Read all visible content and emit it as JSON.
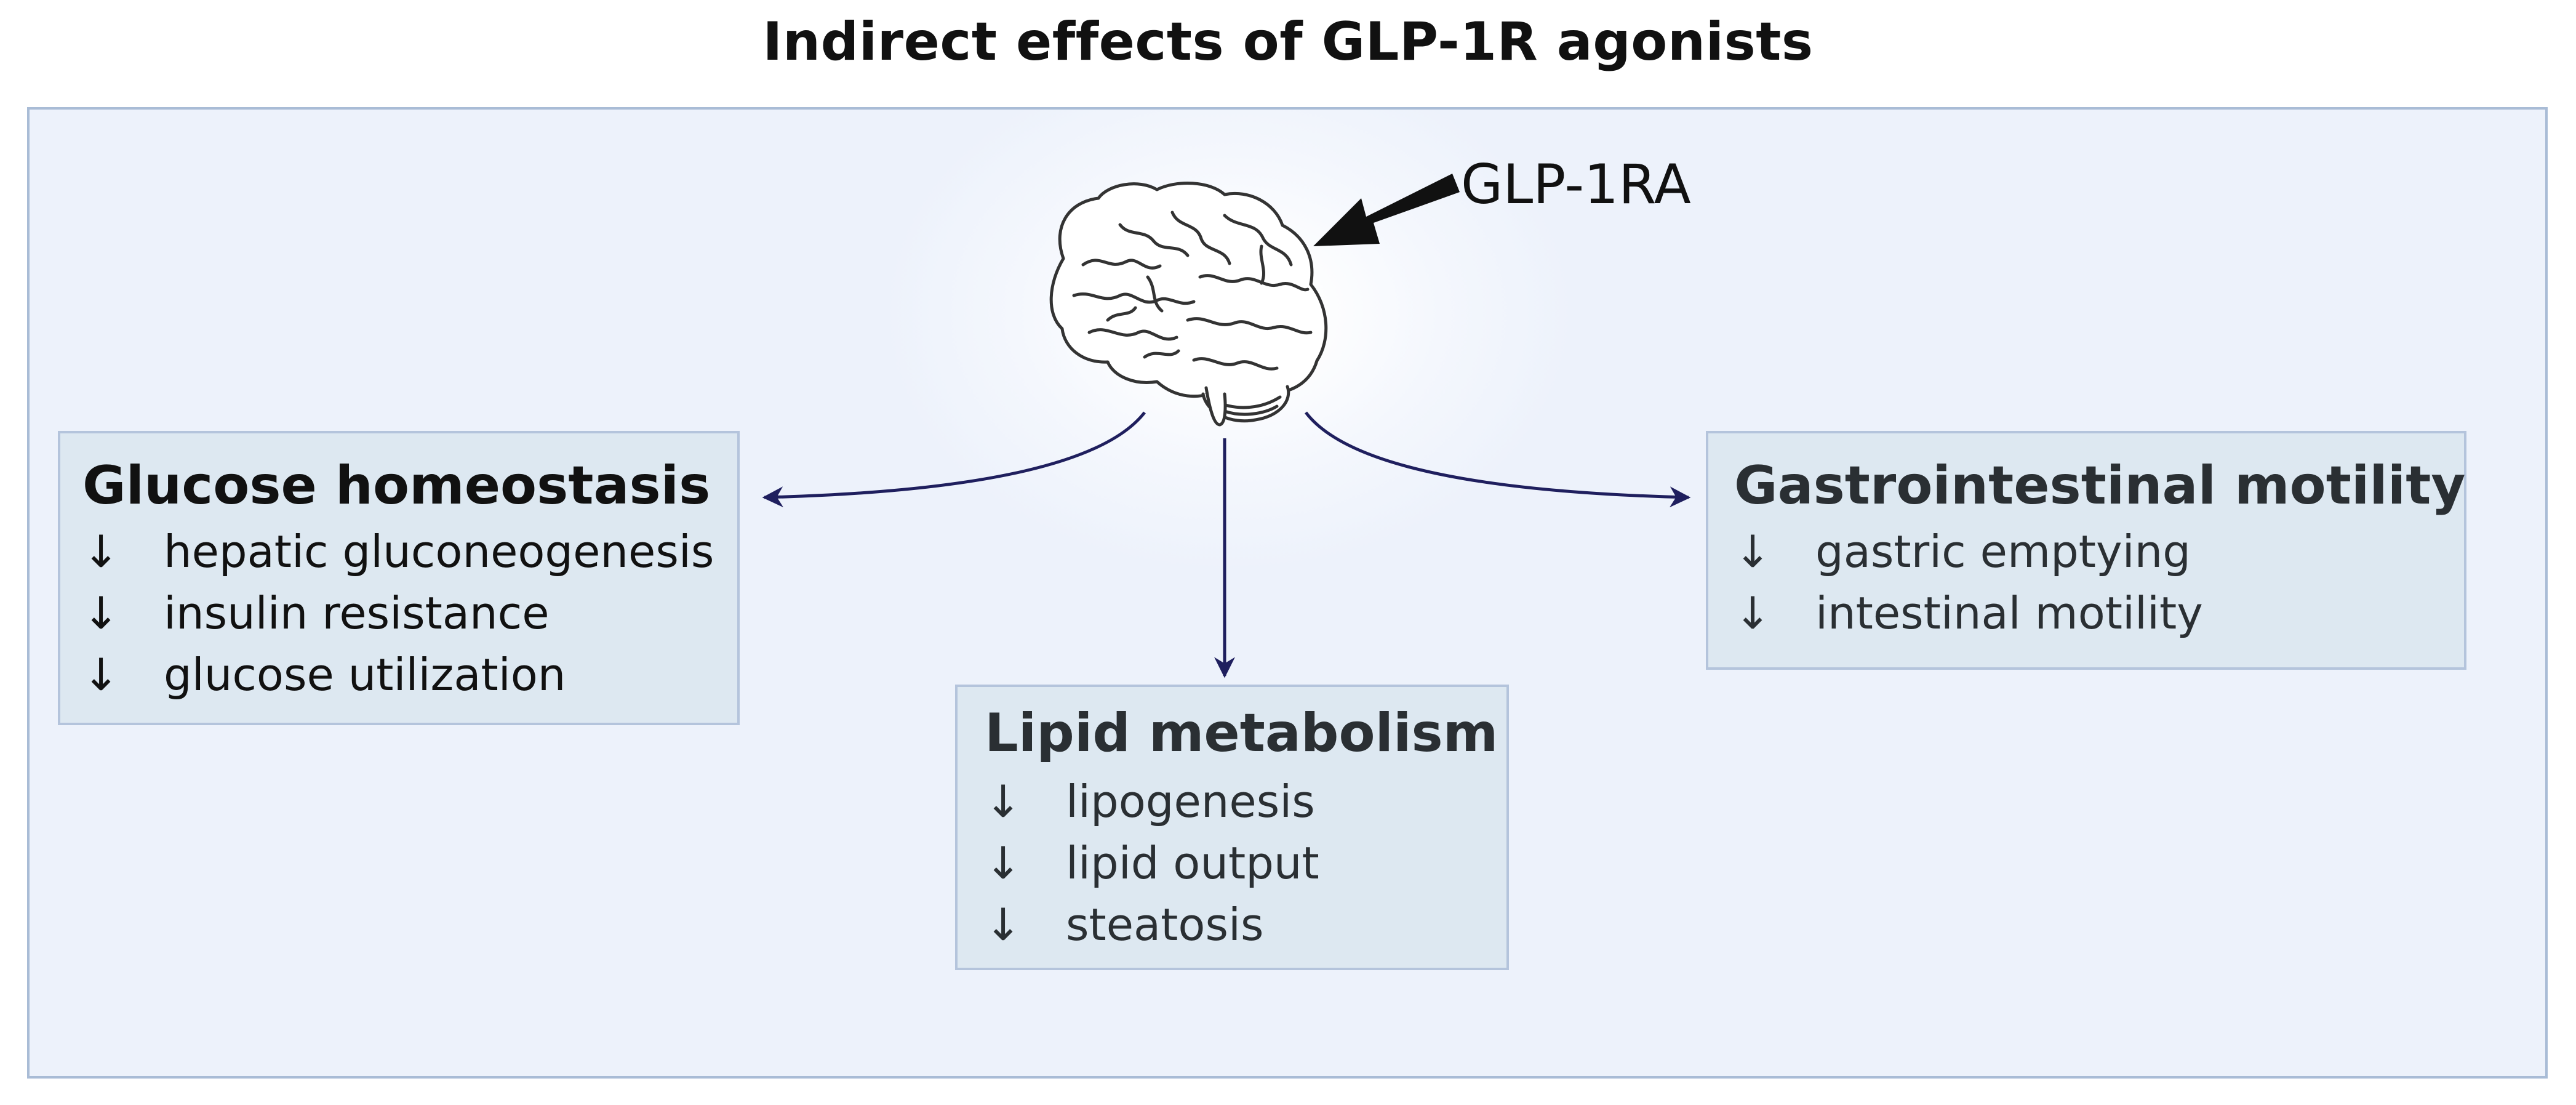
{
  "title": "Indirect effects of GLP-1R agonists",
  "agent_label": "GLP-1RA",
  "arrow_symbol": "↓",
  "colors": {
    "panel_border": "#a9bcd6",
    "box_fill": "#dde8f1",
    "box_border": "#b4c4dc",
    "arrow": "#1f1f5e"
  },
  "boxes": {
    "glucose": {
      "heading": "Glucose homeostasis",
      "items": [
        "hepatic gluconeogenesis",
        "insulin resistance",
        "glucose utilization"
      ]
    },
    "lipid": {
      "heading": "Lipid metabolism",
      "items": [
        "lipogenesis",
        "lipid output",
        "steatosis"
      ]
    },
    "gi": {
      "heading": "Gastrointestinal motility",
      "items": [
        "gastric emptying",
        "intestinal motility"
      ]
    }
  },
  "icons": [
    "brain-icon",
    "pointer-arrow-icon"
  ]
}
